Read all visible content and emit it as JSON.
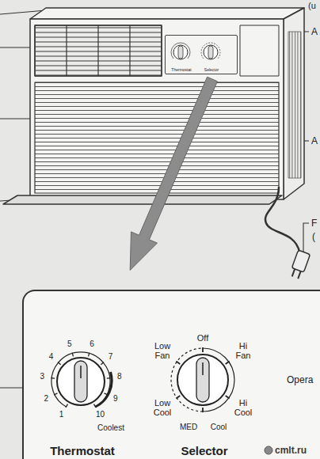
{
  "diagram": {
    "nodes": [
      {
        "text": [
          "Thermostat",
          "Selector"
        ]
      },
      {
        "text": [
          "Thermostat",
          "Selector"
        ]
      }
    ],
    "labels": [
      "(u",
      "A",
      "A",
      "F",
      "(",
      "1",
      "2",
      "3",
      "4",
      "5",
      "6",
      "7",
      "8",
      "9",
      "10",
      "Coolest",
      "Off",
      "Low Fan",
      "Hi Fan",
      "Low Cool",
      "Hi Cool",
      "MED",
      "Cool",
      "Opera",
      "cmlt.ru"
    ]
  }
}
